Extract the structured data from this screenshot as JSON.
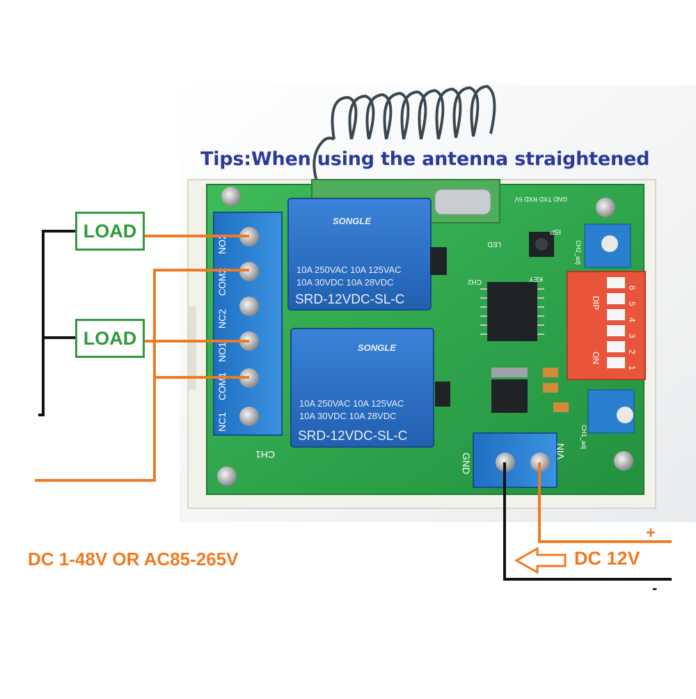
{
  "tips": "Tips:When using the antenna straightened",
  "loads": [
    "LOAD",
    "LOAD"
  ],
  "ac_input": "DC 1-48V OR AC85-265V",
  "dc_input": "DC 12V",
  "plus_sign": "+",
  "minus_sign": "-",
  "relays": [
    {
      "brand": "SONGLE",
      "r1": "10A 250VAC  10A 125VAC",
      "r2": "10A  30VDC  10A  28VDC",
      "model": "SRD-12VDC-SL-C"
    },
    {
      "brand": "SONGLE",
      "r1": "10A 250VAC  10A 125VAC",
      "r2": "10A  30VDC  10A  28VDC",
      "model": "SRD-12VDC-SL-C"
    }
  ],
  "terminal_labels": [
    "NO2",
    "COM2",
    "NC2",
    "NO1",
    "COM1",
    "NC1"
  ],
  "pcb_labels": {
    "ch1": "CH1",
    "ch2": "CH2",
    "gnd": "GND",
    "vin": "VIN",
    "key": "KEY",
    "led": "LED",
    "isp": "ISP",
    "dip": "DIP",
    "on": "ON",
    "ch1_adj": "CH1_adj",
    "ch2_adj": "CH2_adj",
    "header": "GND TXD RXD 5V"
  },
  "dip_numbers": [
    "6",
    "5",
    "4",
    "3",
    "2",
    "1"
  ],
  "colors": {
    "wire_orange": "#ef7a22",
    "load_green": "#2f9a3a",
    "tips_blue": "#2a3a9c",
    "pcb_green": "#2fa34a",
    "relay_blue": "#2f6fc4",
    "terminal_blue": "#2a7fd0",
    "dip_red": "#e8553a"
  }
}
